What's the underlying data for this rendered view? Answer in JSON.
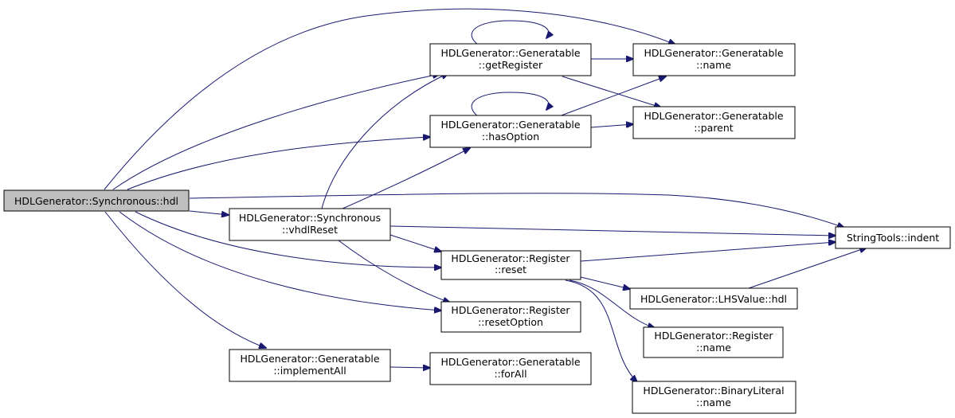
{
  "colors": {
    "edge": "#191970",
    "root_fill": "#bfbfbf",
    "node_fill": "#ffffff",
    "border": "#000000"
  },
  "nodes": {
    "root": {
      "lines": [
        "HDLGenerator::Synchronous::hdl"
      ]
    },
    "vhdlreset": {
      "lines": [
        "HDLGenerator::Synchronous",
        "::vhdlReset"
      ]
    },
    "implall": {
      "lines": [
        "HDLGenerator::Generatable",
        "::implementAll"
      ]
    },
    "getreg": {
      "lines": [
        "HDLGenerator::Generatable",
        "::getRegister"
      ]
    },
    "hasopt": {
      "lines": [
        "HDLGenerator::Generatable",
        "::hasOption"
      ]
    },
    "regreset": {
      "lines": [
        "HDLGenerator::Register",
        "::reset"
      ]
    },
    "resetopt": {
      "lines": [
        "HDLGenerator::Register",
        "::resetOption"
      ]
    },
    "forall": {
      "lines": [
        "HDLGenerator::Generatable",
        "::forAll"
      ]
    },
    "genname": {
      "lines": [
        "HDLGenerator::Generatable",
        "::name"
      ]
    },
    "genparent": {
      "lines": [
        "HDLGenerator::Generatable",
        "::parent"
      ]
    },
    "lhshdl": {
      "lines": [
        "HDLGenerator::LHSValue::hdl"
      ]
    },
    "regname": {
      "lines": [
        "HDLGenerator::Register",
        "::name"
      ]
    },
    "binname": {
      "lines": [
        "HDLGenerator::BinaryLiteral",
        "::name"
      ]
    },
    "indent": {
      "lines": [
        "StringTools::indent"
      ]
    }
  }
}
